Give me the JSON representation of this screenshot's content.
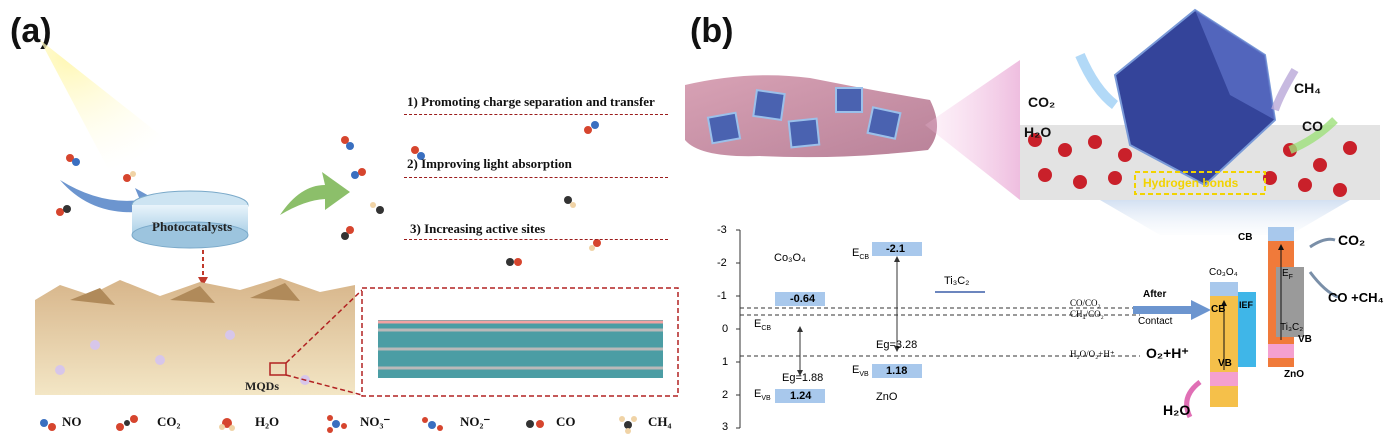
{
  "panel_a": {
    "label": "(a)",
    "photocatalysts": "Photocatalysts",
    "mqds": "MQDs",
    "steps": [
      "1) Promoting charge separation and transfer",
      "2) Improving light absorption",
      "3) Increasing active sites"
    ],
    "legend": [
      {
        "icon": "no-molecule-icon",
        "label": "NO"
      },
      {
        "icon": "co2-molecule-icon",
        "label": "CO₂"
      },
      {
        "icon": "h2o-molecule-icon",
        "label": "H₂O"
      },
      {
        "icon": "no3-molecule-icon",
        "label": "NO₃⁻"
      },
      {
        "icon": "no2-molecule-icon",
        "label": "NO₂⁻"
      },
      {
        "icon": "co-molecule-icon",
        "label": "CO"
      },
      {
        "icon": "ch4-molecule-icon",
        "label": "CH₄"
      }
    ]
  },
  "panel_b": {
    "label": "(b)",
    "scene": {
      "co2": "CO₂",
      "h2o": "H₂O",
      "ch4": "CH₄",
      "co": "CO",
      "hbond": "Hydrogen bonds"
    },
    "band_diagram": {
      "axis_ticks": [
        "-3",
        "-2",
        "-1",
        "0",
        "1",
        "2",
        "3"
      ],
      "co3o4": {
        "name": "Co₃O₄",
        "cb": "-0.64",
        "vb": "1.24",
        "eg": "E​g=1.88"
      },
      "zno": {
        "name": "ZnO",
        "cb": "-2.1",
        "vb": "1.18",
        "eg": "E​g=3.28"
      },
      "ti3c2": {
        "name": "Ti₃C₂"
      },
      "ecb": "E",
      "evb": "E",
      "redox": [
        "CO/CO₂",
        "CH₄/CO₂",
        "H₂O/O₂+H⁺"
      ]
    },
    "arrow_text": [
      "After",
      "Contact"
    ],
    "after_diagram": {
      "co3o4": "Co₃O₄",
      "zno": "ZnO",
      "ti3c2": "Ti₃C₂",
      "cb": "CB",
      "vb": "VB",
      "ief": "IEF",
      "ef": "E",
      "co2": "CO₂",
      "products": "CO +CH₄",
      "o2": "O₂+H⁺",
      "h2o": "H₂O"
    }
  },
  "colors": {
    "dashed_red": "#9b1c1c",
    "band_blue": "#a8c8ec",
    "zno_orange": "#f07a3a",
    "co3o4_yellow": "#f5c04a",
    "ief_blue": "#3fb6e8",
    "ti3c2_gray": "#9a9a9a"
  }
}
